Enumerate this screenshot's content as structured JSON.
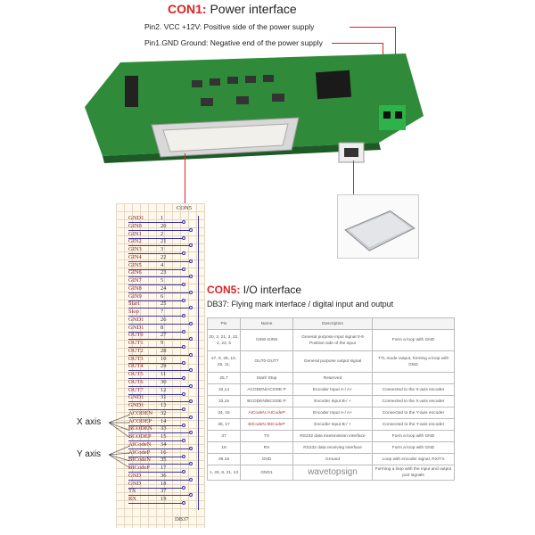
{
  "con1": {
    "label": "CON1:",
    "title": "Power interface",
    "pins": [
      "Pin2. VCC +12V: Positive  side of the power supply",
      "Pin1.GND Ground: Negative end of the power supply"
    ]
  },
  "colors": {
    "accent": "#dd2222",
    "board": "#2f8a3a",
    "schematic_wire": "#3333aa"
  },
  "schematic": {
    "connector": "CON5",
    "footer": "DB37",
    "rows": [
      [
        "GND1",
        "1"
      ],
      [
        "GIN0",
        "20"
      ],
      [
        "GIN1",
        "2"
      ],
      [
        "GIN2",
        "21"
      ],
      [
        "GIN3",
        "3"
      ],
      [
        "GIN4",
        "22"
      ],
      [
        "GIN5",
        "4"
      ],
      [
        "GIN6",
        "23"
      ],
      [
        "GIN7",
        "5"
      ],
      [
        "GIN8",
        "24"
      ],
      [
        "GIN9",
        "6"
      ],
      [
        "Start",
        "25"
      ],
      [
        "Stop",
        "7"
      ],
      [
        "GND1",
        "26"
      ],
      [
        "GND1",
        "8"
      ],
      [
        "OUT0",
        "27"
      ],
      [
        "OUT1",
        "9"
      ],
      [
        "OUT2",
        "28"
      ],
      [
        "OUT3",
        "10"
      ],
      [
        "OUT4",
        "29"
      ],
      [
        "OUT5",
        "11"
      ],
      [
        "OUT6",
        "30"
      ],
      [
        "OUT7",
        "12"
      ],
      [
        "GND1",
        "31"
      ],
      [
        "GND1",
        "13"
      ],
      [
        "ACODEN",
        "32"
      ],
      [
        "ACODEP",
        "14"
      ],
      [
        "BCODEN",
        "33"
      ],
      [
        "BCODEP",
        "15"
      ],
      [
        "AICodeN",
        "34"
      ],
      [
        "AICodeP",
        "16"
      ],
      [
        "BICodeN",
        "35"
      ],
      [
        "BICodeP",
        "17"
      ],
      [
        "GND",
        "36"
      ],
      [
        "GND",
        "18"
      ],
      [
        "TX",
        "37"
      ],
      [
        "RX",
        "19"
      ]
    ],
    "x_axis": "X axis",
    "y_axis": "Y axis"
  },
  "con5": {
    "label": "CON5:",
    "title": "I/O interface",
    "subtitle": "DB37:  Flying mark interface / digital input and output"
  },
  "table": {
    "headers": [
      "Pin",
      "Name",
      "Description",
      ""
    ],
    "rows": [
      [
        "20, 2, 21, 3, 22, 4, 23, 5",
        "GIN0-GIN9",
        "General purpose input signal 0-9 Positive side of the input",
        "Form a loop with GND"
      ],
      [
        "27, 9, 28, 10, 29, 11,",
        "OUT0-OUT7",
        "General purpose output signal",
        "TTL mode output, forming a loop with GND"
      ],
      [
        "25,7",
        "Start/ Stop",
        "Reserved",
        ""
      ],
      [
        "32,14",
        "ACODEN/ACODE P",
        "Encoder Input A-/ A+",
        "Connected to the X-axis encoder"
      ],
      [
        "33,15",
        "BCODEN/BCODE P",
        "Encoder Input B-/ +",
        "Connected to the X-axis encoder"
      ],
      [
        "34, 16",
        "AICodeN /AICodeP",
        "Encoder Input A-/ A+",
        "Connected to the Y-axis encoder"
      ],
      [
        "35, 17",
        "BICodeN /BICodeP",
        "Encoder Input B-/ +",
        "Connected to the Y-axis encoder"
      ],
      [
        "37",
        "TX",
        "RS232 data transmission interface",
        "Form a loop with GND"
      ],
      [
        "19",
        "RX",
        "RS232 data receiving interface",
        "Form a loop with GND"
      ],
      [
        "36,18",
        "GND",
        "Ground",
        "Loop with encoder signal, RX/TX"
      ],
      [
        "1, 26, 8, 31, 13",
        "GND1",
        "wavetopsign",
        "Forming a loop with the input and output port signals"
      ]
    ]
  }
}
